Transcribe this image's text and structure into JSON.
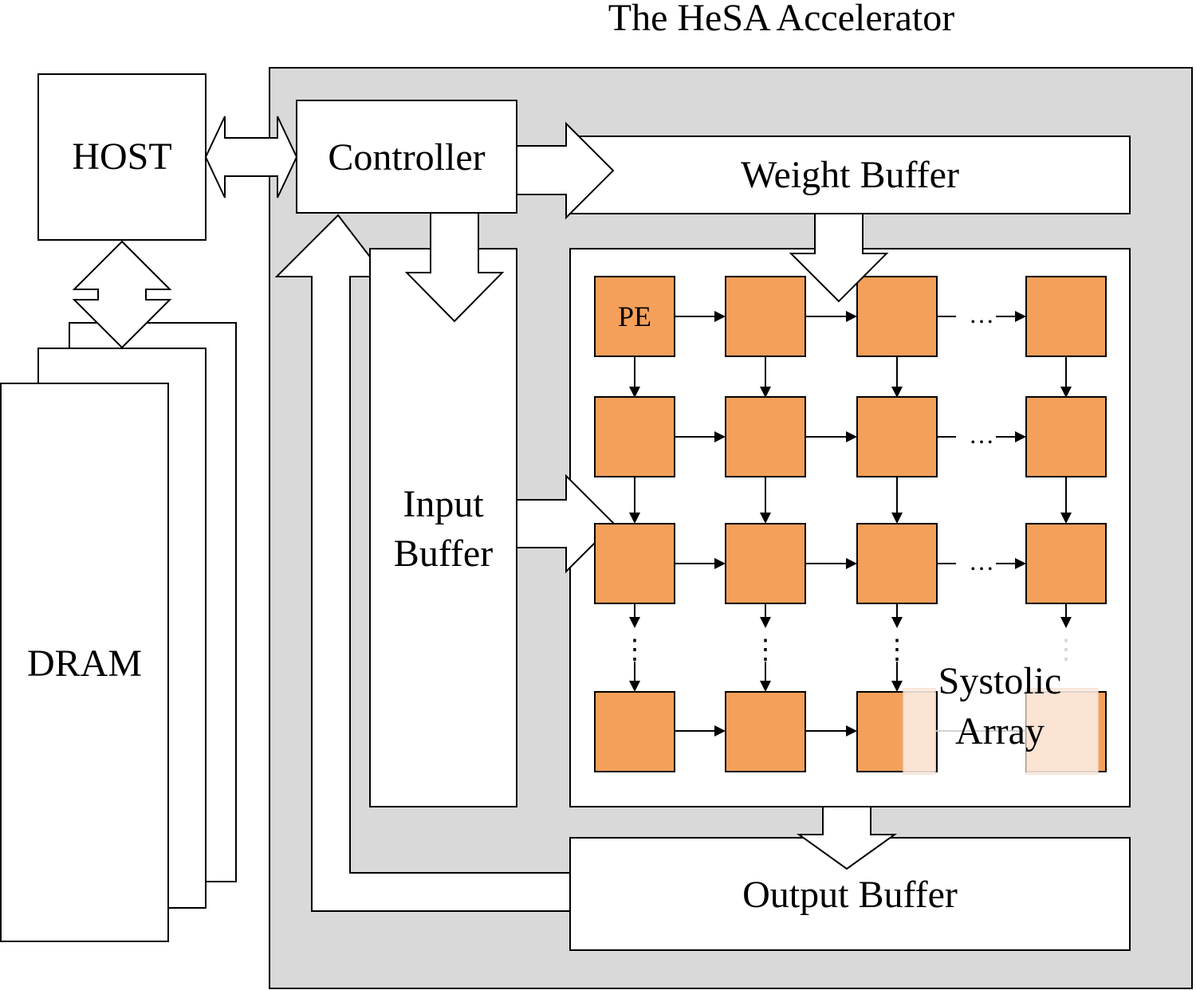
{
  "title": "The HeSA Accelerator",
  "blocks": {
    "host": "HOST",
    "dram": "DRAM",
    "controller": "Controller",
    "weight_buffer": "Weight Buffer",
    "input_buffer_line1": "Input",
    "input_buffer_line2": "Buffer",
    "output_buffer": "Output Buffer",
    "systolic_line1": "Systolic",
    "systolic_line2": "Array"
  },
  "pe": {
    "label": "PE",
    "ellipsis": "…",
    "vertical_ellipsis": "⋮"
  },
  "colors": {
    "accelerator_bg": "#d9d9d9",
    "pe_fill": "#f4a05a",
    "pe_overlay": "#fdeee4",
    "stroke": "#000000"
  }
}
